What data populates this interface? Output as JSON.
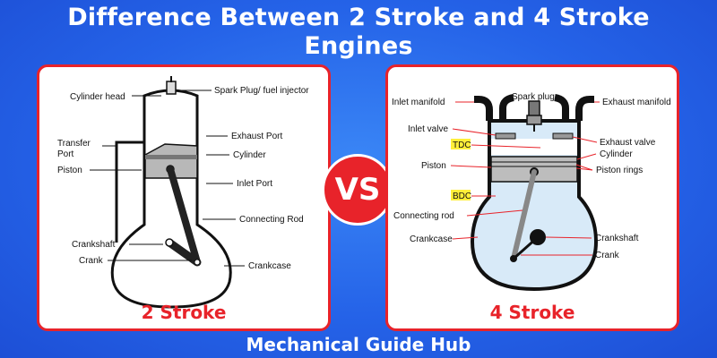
{
  "title_line1": "Difference Between 2 Stroke and 4 Stroke",
  "title_line2": "Engines",
  "vs_text": "VS",
  "footer": "Mechanical Guide Hub",
  "colors": {
    "background": "#2563e8",
    "accent": "#e8232a",
    "highlight": "#ffef3a",
    "cylinder_fill": "#d8eaf8"
  },
  "left_panel": {
    "caption": "2 Stroke",
    "labels": {
      "cylinder_head": "Cylinder head",
      "spark_plug": "Spark Plug/ fuel injector",
      "exhaust_port": "Exhaust Port",
      "transfer_port_1": "Transfer",
      "transfer_port_2": "Port",
      "cylinder": "Cylinder",
      "piston": "Piston",
      "inlet_port": "Inlet Port",
      "connecting_rod": "Connecting Rod",
      "crankshaft": "Crankshaft",
      "crank": "Crank",
      "crankcase": "Crankcase"
    }
  },
  "right_panel": {
    "caption": "4 Stroke",
    "labels": {
      "spark_plug": "Spark plug",
      "inlet_manifold": "Inlet manifold",
      "exhaust_manifold": "Exhaust manifold",
      "inlet_valve": "Inlet valve",
      "exhaust_valve": "Exhaust valve",
      "tdc": "TDC",
      "cylinder": "Cylinder",
      "piston": "Piston",
      "piston_rings": "Piston rings",
      "bdc": "BDC",
      "connecting_rod": "Connecting rod",
      "crankshaft": "Crankshaft",
      "crankcase": "Crankcase",
      "crank": "Crank"
    }
  }
}
